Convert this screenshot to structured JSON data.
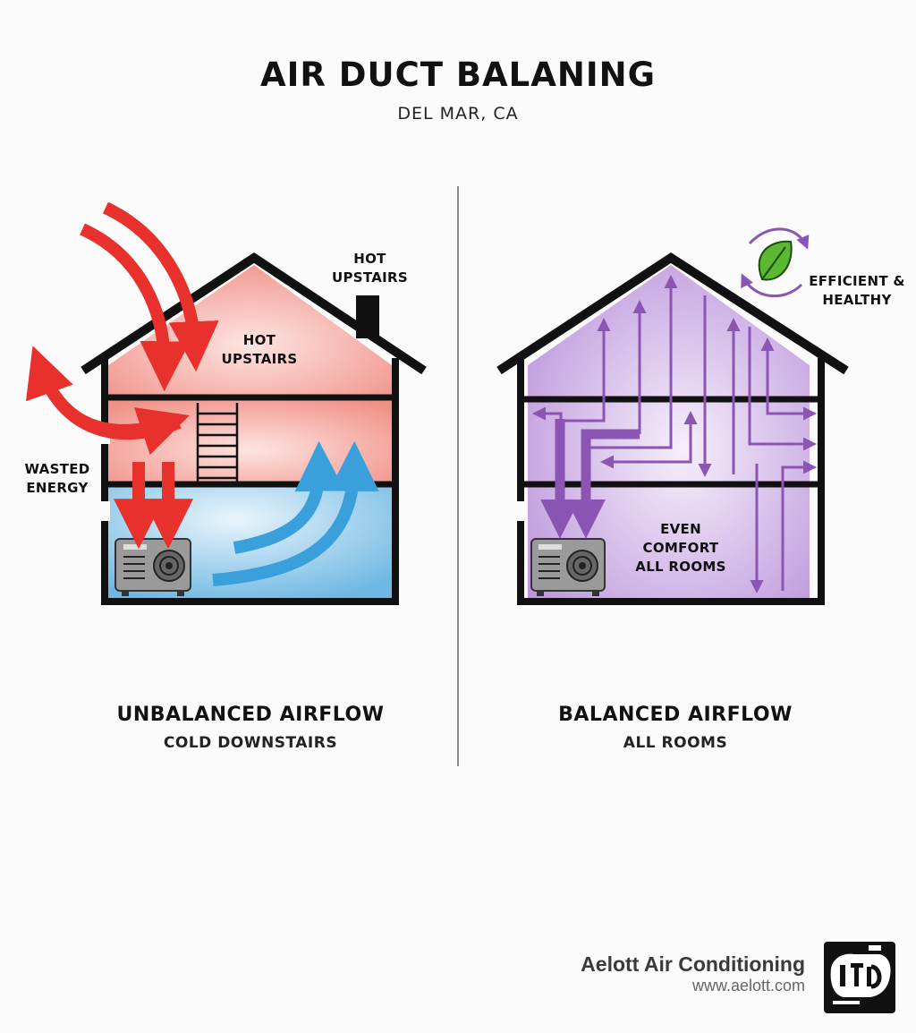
{
  "header": {
    "title": "AIR DUCT BALANING",
    "subtitle": "DEL MAR, CA"
  },
  "left_panel": {
    "label_hot_upstairs_top": "HOT\nUPSTAIRS",
    "label_hot_upstairs_inside": "HOT\nUPSTAIRS",
    "label_wasted_energy": "WASTED\nENERGY",
    "caption_title": "UNBALANCED AIRFLOW",
    "caption_subtitle": "COLD DOWNSTAIRS"
  },
  "right_panel": {
    "label_efficient": "EFFICIENT &\nHEALTHY",
    "label_even_comfort": "EVEN\nCOMFORT\nALL ROOMS",
    "caption_title": "BALANCED AIRFLOW",
    "caption_subtitle": "ALL ROOMS"
  },
  "branding": {
    "company": "Aelott Air Conditioning",
    "website": "www.aelott.com"
  },
  "colors": {
    "hot": "#e8302c",
    "cold": "#3aa0dc",
    "balanced": "#8a55b3",
    "leaf": "#5cb833",
    "outline": "#111111"
  },
  "icons": [
    "ac-unit-icon",
    "leaf-icon",
    "recycle-arrows-icon",
    "ladder-icon",
    "logo-icon"
  ]
}
